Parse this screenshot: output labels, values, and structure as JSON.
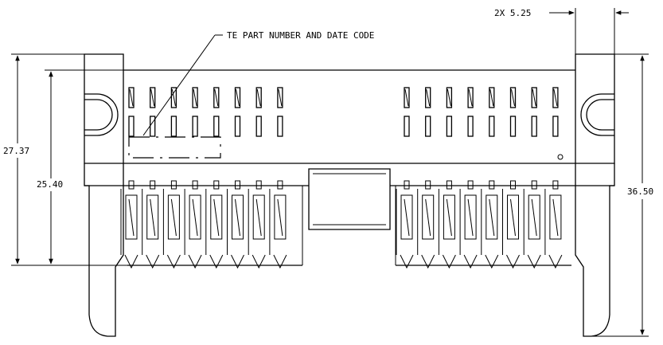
{
  "annotations": {
    "part_label": "TE PART NUMBER AND DATE CODE"
  },
  "dimensions": {
    "ear_width": "2X 5.25",
    "overall_height": "27.37",
    "body_height": "25.40",
    "latch_height": "36.50"
  }
}
